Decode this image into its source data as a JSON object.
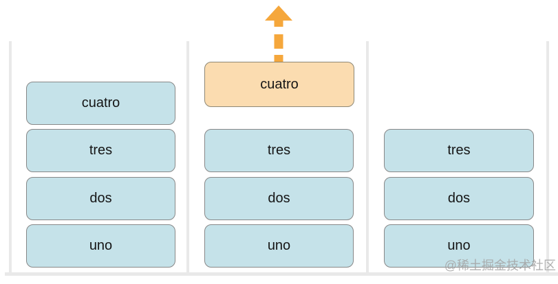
{
  "diagram": {
    "type": "stack-pop-visualization",
    "watermark": "@稀土掘金技术社区",
    "colors": {
      "item_fill": "#c5e2e9",
      "item_border": "#878787",
      "popped_fill": "#fbdcb0",
      "popped_border": "#8d8775",
      "arrow_color": "#f5a73c",
      "container_line": "#e9e9e9",
      "watermark_color": "#a3a3a3",
      "label_text": "#151515"
    },
    "stacks": [
      {
        "name": "stack-before-pop",
        "items": [
          "cuatro",
          "tres",
          "dos",
          "uno"
        ]
      },
      {
        "name": "stack-during-pop",
        "popped_item": "cuatro",
        "items": [
          "tres",
          "dos",
          "uno"
        ]
      },
      {
        "name": "stack-after-pop",
        "items": [
          "tres",
          "dos",
          "uno"
        ]
      }
    ]
  }
}
